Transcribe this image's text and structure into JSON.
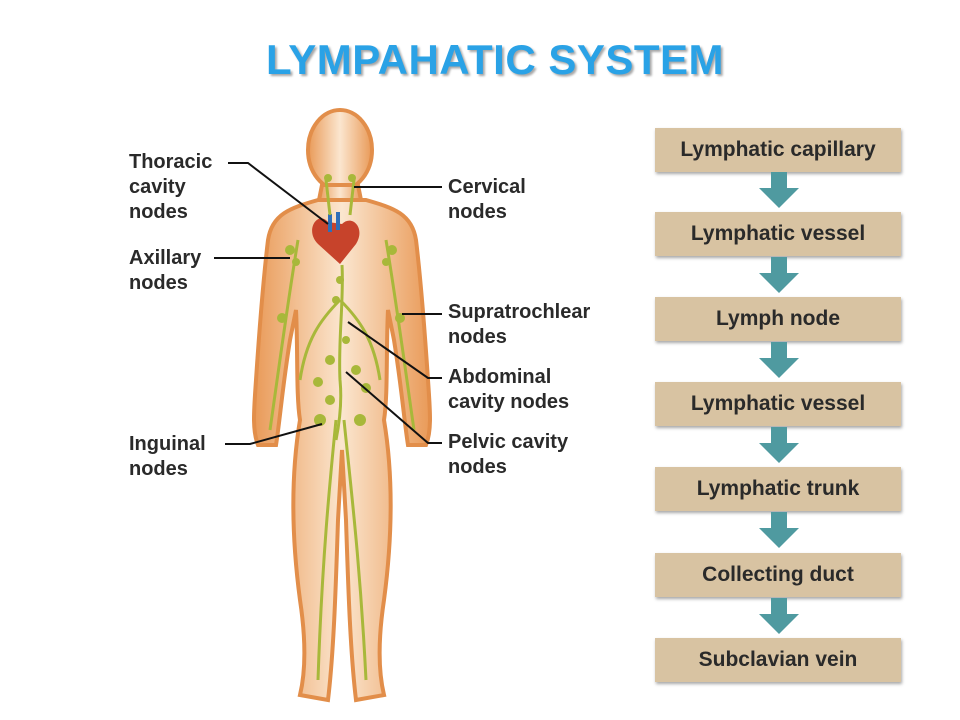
{
  "title": "LYMPAHATIC SYSTEM",
  "labels": {
    "thoracic": "Thoracic\ncavity\nnodes",
    "axillary": "Axillary\nnodes",
    "inguinal": "Inguinal\nnodes",
    "cervical": "Cervical\nnodes",
    "supratrochlear": "Supratrochlear\nnodes",
    "abdominal": "Abdominal\ncavity nodes",
    "pelvic": "Pelvic cavity\nnodes"
  },
  "flow": [
    "Lymphatic capillary",
    "Lymphatic vessel",
    "Lymph node",
    "Lymphatic vessel",
    "Lymphatic trunk",
    "Collecting duct",
    "Subclavian vein"
  ],
  "colors": {
    "title": "#2aa2e6",
    "box": "#d8c3a2",
    "arrow": "#4f9aa0",
    "skin": "#f2b27c",
    "lymph": "#a8b83a"
  }
}
